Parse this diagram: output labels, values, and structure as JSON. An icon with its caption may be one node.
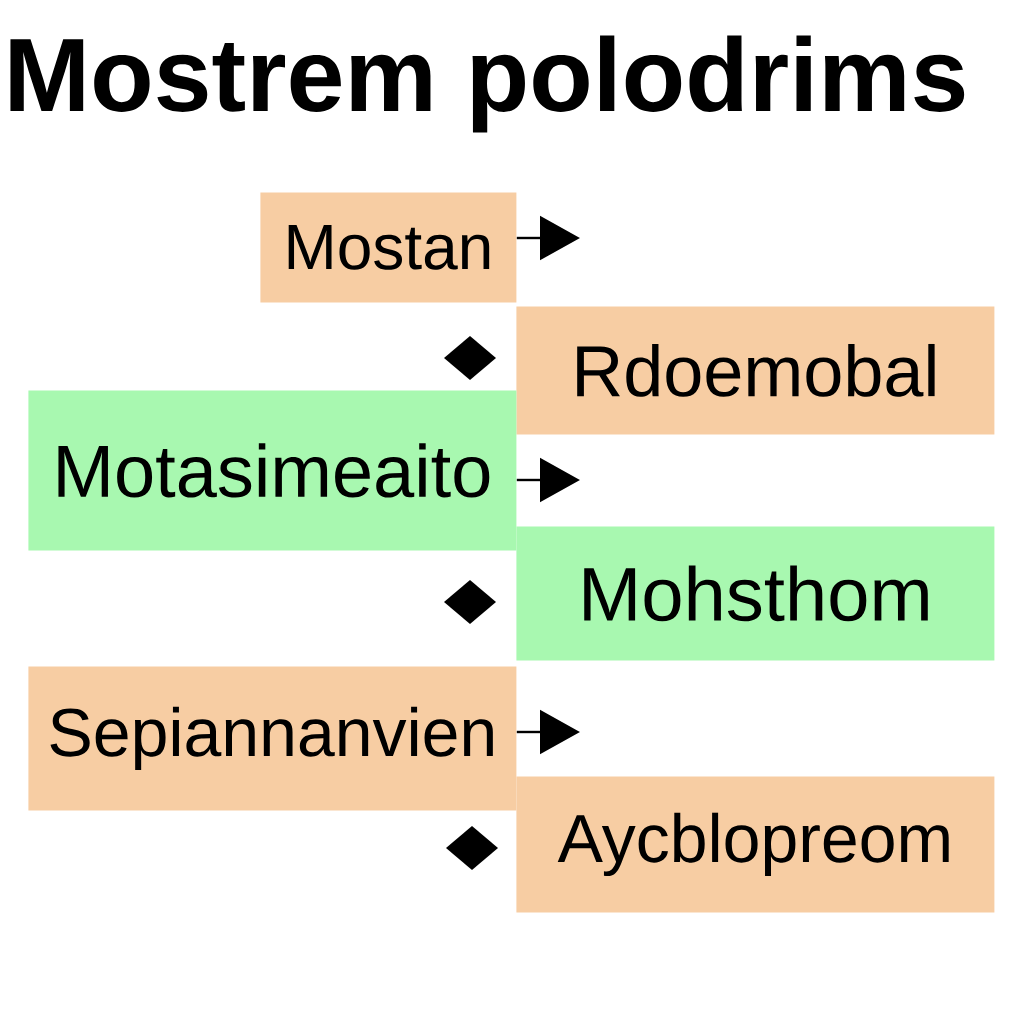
{
  "diagram": {
    "title": "Mostrem polodrims",
    "nodes": [
      {
        "text": [
          "Mostan"
        ]
      },
      {
        "text": [
          "Rdoemobal"
        ]
      },
      {
        "text": [
          "Motasimeaito"
        ]
      },
      {
        "text": [
          "Mohsthom"
        ]
      },
      {
        "text": [
          "Sepiannanvien"
        ]
      },
      {
        "text": [
          "Aycblopreom"
        ]
      }
    ],
    "edges": [
      {
        "from": 0,
        "to": null,
        "arrow": "to"
      },
      {
        "from": 2,
        "to": null,
        "arrow": "to"
      },
      {
        "from": 4,
        "to": null,
        "arrow": "to"
      }
    ]
  }
}
